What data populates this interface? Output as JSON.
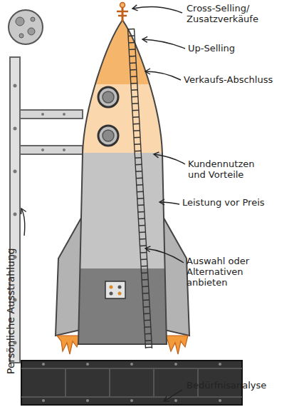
{
  "diagram": {
    "labels": [
      "Cross-Selling/ Zusatzverkäufe",
      "Up-Selling",
      "Verkaufs-Abschluss",
      "Kundennutzen und Vorteile",
      "Leistung vor Preis",
      "Auswahl oder Alternativen anbieten",
      "Persönliche Ausstrahlung",
      "Bedürfnisanalyse"
    ]
  }
}
